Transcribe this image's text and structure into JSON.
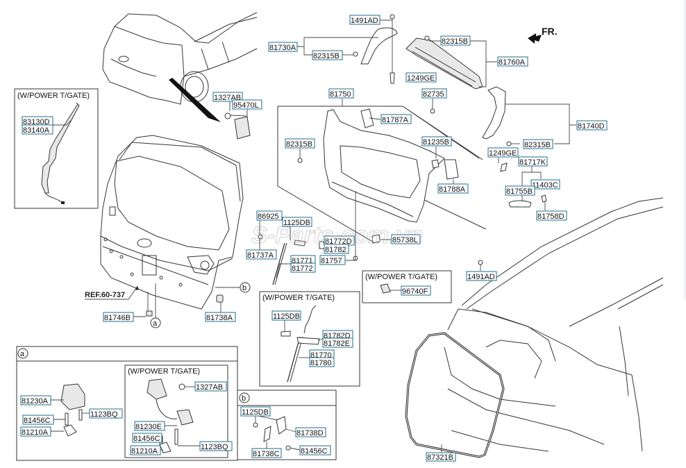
{
  "diagram": {
    "orientation_label": "FR.",
    "reference_label": "REF.60-737",
    "watermark": "S-Parts.com.vn",
    "callouts": {
      "a": "a",
      "b": "b"
    },
    "insets": {
      "power_tgate_header": "(W/POWER T/GATE)"
    },
    "parts": {
      "p1491AD_top": "1491AD",
      "p81730A": "81730A",
      "p82315B_a": "82315B",
      "p1249GE_a": "1249GE",
      "p82315B_b": "82315B",
      "p81760A": "81760A",
      "p1327AB_a": "1327AB",
      "p95470L": "95470L",
      "p81750": "81750",
      "p82735": "82735",
      "p81787A": "81787A",
      "p82315B_c": "82315B",
      "p81235B": "81235B",
      "p81788A": "81788A",
      "p81740D": "81740D",
      "p82315B_d": "82315B",
      "p1249GE_b": "1249GE",
      "p81717K": "81717K",
      "p11403C": "11403C",
      "p81755B": "81755B",
      "p81758D": "81758D",
      "p83130D": "83130D",
      "p83140A": "83140A",
      "p86925": "86925",
      "p1125DB_a": "1125DB",
      "p81737A": "81737A",
      "p81772D": "81772D",
      "p81782": "81782",
      "p85738L": "85738L",
      "p81771": "81771",
      "p81772": "81772",
      "p81757": "81757",
      "p1491AD_b": "1491AD",
      "p96740F": "96740F",
      "p1125DB_b": "1125DB",
      "p81782D": "81782D",
      "p81782E": "81782E",
      "p81770": "81770",
      "p81780": "81780",
      "p81746B": "81746B",
      "p81738A": "81738A",
      "p81230A": "81230A",
      "p1123BQ_a": "1123BQ",
      "p81456C_a": "81456C",
      "p81210A_a": "81210A",
      "p1327AB_b": "1327AB",
      "p81230E": "81230E",
      "p81456C_b": "81456C",
      "p81210A_b": "81210A",
      "p1123BQ_b": "1123BQ",
      "p1125DB_c": "1125DB",
      "p81738D": "81738D",
      "p81738C": "81738C",
      "p81456C_c": "81456C",
      "p87321B": "87321B"
    }
  }
}
